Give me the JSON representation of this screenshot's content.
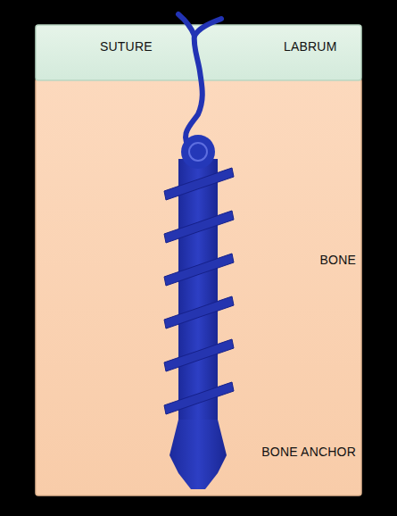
{
  "diagram": {
    "nodes": [
      {
        "text": [
          "LABRUM"
        ]
      },
      {
        "text": [
          "BONE"
        ]
      }
    ],
    "labels": [
      "SUTURE",
      "BONE ANCHOR"
    ]
  }
}
